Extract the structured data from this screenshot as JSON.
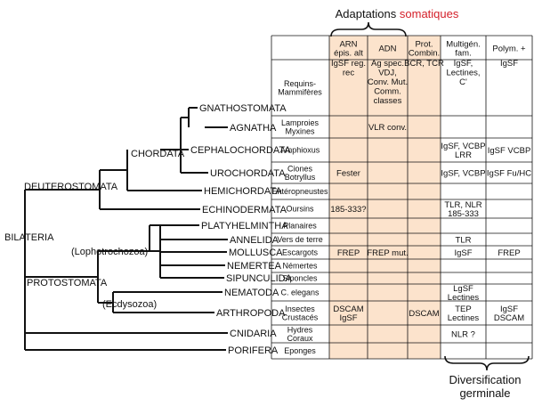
{
  "header": {
    "somatic_prefix": "Adaptations",
    "somatic_word": "somatiques",
    "germinal_prefix": "Diversification",
    "germinal_word": "germinale"
  },
  "columns": [
    {
      "key": "arn",
      "lines": [
        "ARN",
        "épis. alt"
      ]
    },
    {
      "key": "adn",
      "lines": [
        "ADN"
      ]
    },
    {
      "key": "prot",
      "lines": [
        "Prot.",
        "Combin."
      ]
    },
    {
      "key": "multigen",
      "lines": [
        "Multigén.",
        "fam."
      ]
    },
    {
      "key": "polym",
      "lines": [
        "Polym. +"
      ]
    }
  ],
  "rows": [
    {
      "key": "gnatho",
      "lines": [
        "Requins-",
        "Mammifères"
      ]
    },
    {
      "key": "agnatha",
      "lines": [
        "Lamproies",
        "Myxines"
      ]
    },
    {
      "key": "cephalo",
      "lines": [
        "Amphioxus"
      ]
    },
    {
      "key": "uro",
      "lines": [
        "Ciones",
        "Botryllus"
      ]
    },
    {
      "key": "hemi",
      "lines": [
        "Entéropneustes"
      ]
    },
    {
      "key": "echino",
      "lines": [
        "Oursins"
      ]
    },
    {
      "key": "platy",
      "lines": [
        "Planaires"
      ]
    },
    {
      "key": "annelida",
      "lines": [
        "Vers de terre"
      ]
    },
    {
      "key": "mollusca",
      "lines": [
        "Escargots"
      ]
    },
    {
      "key": "nemertea",
      "lines": [
        "Némertes"
      ]
    },
    {
      "key": "sipuncul",
      "lines": [
        "Siponcles"
      ]
    },
    {
      "key": "nematoda",
      "lines": [
        "C. elegans"
      ]
    },
    {
      "key": "arthro",
      "lines": [
        "Insectes",
        "Crustacés"
      ]
    },
    {
      "key": "cnidaria",
      "lines": [
        "Hydres",
        "Coraux"
      ]
    },
    {
      "key": "porifera",
      "lines": [
        "Eponges"
      ]
    }
  ],
  "cells": [
    {
      "row": 0,
      "col": 0,
      "lines": [
        "IgSF reg.",
        "rec"
      ]
    },
    {
      "row": 0,
      "col": 1,
      "lines": [
        "Ag spec.",
        "VDJ,",
        "Conv. Mut.",
        "Comm.",
        "classes"
      ]
    },
    {
      "row": 0,
      "col": 2,
      "lines": [
        "BCR, TCR"
      ]
    },
    {
      "row": 0,
      "col": 3,
      "lines": [
        "IgSF,",
        "Lectines,",
        "C'"
      ]
    },
    {
      "row": 0,
      "col": 4,
      "lines": [
        "IgSF"
      ]
    },
    {
      "row": 1,
      "col": 1,
      "lines": [
        "VLR conv."
      ]
    },
    {
      "row": 2,
      "col": 3,
      "lines": [
        "IgSF, VCBP",
        "LRR"
      ]
    },
    {
      "row": 2,
      "col": 4,
      "lines": [
        "IgSF VCBP"
      ]
    },
    {
      "row": 3,
      "col": 0,
      "lines": [
        "Fester"
      ]
    },
    {
      "row": 3,
      "col": 3,
      "lines": [
        "IgSF, VCBP"
      ]
    },
    {
      "row": 3,
      "col": 4,
      "lines": [
        "IgSF Fu/HC"
      ]
    },
    {
      "row": 5,
      "col": 0,
      "lines": [
        "185-333?"
      ]
    },
    {
      "row": 5,
      "col": 3,
      "lines": [
        "TLR, NLR",
        "185-333"
      ]
    },
    {
      "row": 7,
      "col": 3,
      "lines": [
        "TLR"
      ]
    },
    {
      "row": 8,
      "col": 0,
      "lines": [
        "FREP"
      ]
    },
    {
      "row": 8,
      "col": 1,
      "lines": [
        "FREP mut."
      ]
    },
    {
      "row": 8,
      "col": 3,
      "lines": [
        "IgSF"
      ]
    },
    {
      "row": 8,
      "col": 4,
      "lines": [
        "FREP"
      ]
    },
    {
      "row": 11,
      "col": 3,
      "lines": [
        "LgSF",
        "Lectines"
      ]
    },
    {
      "row": 12,
      "col": 0,
      "lines": [
        "DSCAM",
        "IgSF"
      ]
    },
    {
      "row": 12,
      "col": 2,
      "lines": [
        "DSCAM"
      ]
    },
    {
      "row": 12,
      "col": 3,
      "lines": [
        "TEP",
        "Lectines"
      ]
    },
    {
      "row": 12,
      "col": 4,
      "lines": [
        "IgSF",
        "DSCAM"
      ]
    },
    {
      "row": 13,
      "col": 3,
      "lines": [
        "NLR ?"
      ]
    }
  ],
  "taxa": [
    {
      "key": "gnatho",
      "text": "GNATHOSTOMATA",
      "color": "#111111"
    },
    {
      "key": "agnatha",
      "text": "AGNATHA",
      "color": "#111111"
    },
    {
      "key": "cephalo",
      "text": "CEPHALOCHORDATA",
      "color": "#111111"
    },
    {
      "key": "uro",
      "text": "UROCHORDATA",
      "color": "#111111"
    },
    {
      "key": "hemi",
      "text": "HEMICHORDATA",
      "color": "#d4202a"
    },
    {
      "key": "echino",
      "text": "ECHINODERMATA",
      "color": "#111111"
    },
    {
      "key": "platy",
      "text": "PLATYHELMINTHA",
      "color": "#111111"
    },
    {
      "key": "annelida",
      "text": "ANNELIDA",
      "color": "#111111"
    },
    {
      "key": "mollusca",
      "text": "MOLLUSCA",
      "color": "#111111"
    },
    {
      "key": "nemertea",
      "text": "NEMERTEA",
      "color": "#111111"
    },
    {
      "key": "sipuncul",
      "text": "SIPUNCULIDA",
      "color": "#111111"
    },
    {
      "key": "nematoda",
      "text": "NEMATODA",
      "color": "#111111"
    },
    {
      "key": "arthro",
      "text": "ARTHROPODA",
      "color": "#111111"
    },
    {
      "key": "cnidaria",
      "text": "CNIDARIA",
      "color": "#111111"
    },
    {
      "key": "porifera",
      "text": "PORIFERA",
      "color": "#111111"
    }
  ],
  "clades": [
    {
      "key": "chordata",
      "text": "CHORDATA",
      "color": "#111111"
    },
    {
      "key": "deutero",
      "text": "DEUTEROSTOMATA",
      "color": "#111111"
    },
    {
      "key": "lopho",
      "text": "(Lophotrochozoa)",
      "color": "#d4202a"
    },
    {
      "key": "ecdy",
      "text": "(Ecdysozoa)",
      "color": "#d4202a"
    },
    {
      "key": "proto",
      "text": "PROTOSTOMATA",
      "color": "#111111"
    },
    {
      "key": "bilateria",
      "text": "BILATERIA",
      "color": "#111111"
    }
  ],
  "colors": {
    "shade": "#fce3cc",
    "cell_text": "#3a5fa8",
    "accent": "#d4202a",
    "line": "#111111"
  }
}
